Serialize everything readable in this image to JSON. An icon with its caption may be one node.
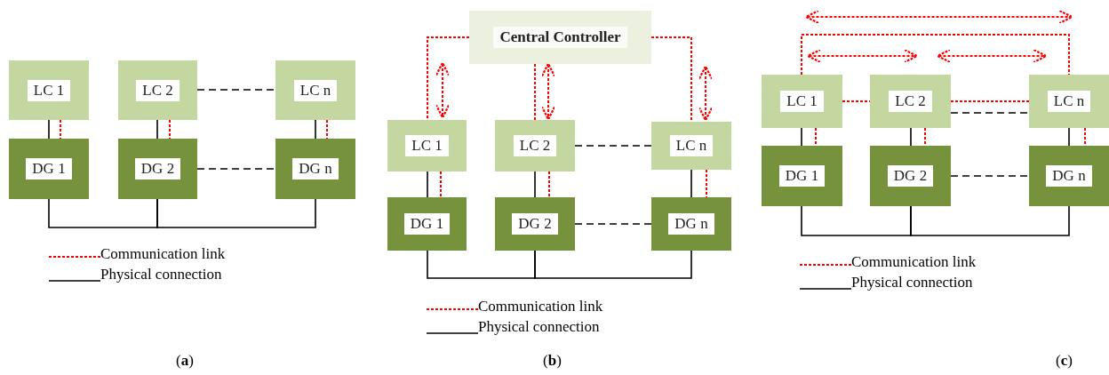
{
  "diagram": {
    "nodes": [
      {
        "text": [
          "LC 1"
        ]
      },
      {
        "text": [
          "LC 2"
        ]
      },
      {
        "text": [
          "LC n"
        ]
      },
      {
        "text": [
          "DG 1"
        ]
      },
      {
        "text": [
          "DG 2"
        ]
      },
      {
        "text": [
          "DG n"
        ]
      },
      {
        "text": [
          "Central Controller"
        ]
      },
      {
        "text": [
          "LC 1"
        ]
      },
      {
        "text": [
          "LC 2"
        ]
      },
      {
        "text": [
          "LC n"
        ]
      },
      {
        "text": [
          "DG 1"
        ]
      },
      {
        "text": [
          "DG 2"
        ]
      },
      {
        "text": [
          "DG n"
        ]
      },
      {
        "text": [
          "LC 1"
        ]
      },
      {
        "text": [
          "LC 2"
        ]
      },
      {
        "text": [
          "LC n"
        ]
      },
      {
        "text": [
          "DG 1"
        ]
      },
      {
        "text": [
          "DG 2"
        ]
      },
      {
        "text": [
          "DG n"
        ]
      }
    ],
    "edges": [
      {
        "from": 0,
        "to": 3,
        "arrow": "none"
      },
      {
        "from": 0,
        "to": 3,
        "arrow": "none",
        "style": "dashed",
        "color": "#ff0000"
      },
      {
        "from": 1,
        "to": 4,
        "arrow": "none"
      },
      {
        "from": 1,
        "to": 4,
        "arrow": "none",
        "style": "dashed",
        "color": "#ff0000"
      },
      {
        "from": 2,
        "to": 5,
        "arrow": "none"
      },
      {
        "from": 2,
        "to": 5,
        "arrow": "none",
        "style": "dashed",
        "color": "#ff0000"
      },
      {
        "from": 1,
        "to": 2,
        "arrow": "none",
        "style": "dashed"
      },
      {
        "from": 4,
        "to": 5,
        "arrow": "none",
        "style": "dashed"
      },
      {
        "from": 3,
        "to": 4,
        "arrow": "none"
      },
      {
        "from": 4,
        "to": 5,
        "arrow": "none"
      },
      {
        "from": 6,
        "to": 7,
        "arrow": "none",
        "style": "dashed",
        "color": "#ff0000"
      },
      {
        "from": 6,
        "to": 8,
        "arrow": "none",
        "style": "dashed",
        "color": "#ff0000"
      },
      {
        "from": 6,
        "to": 9,
        "arrow": "none",
        "style": "dashed",
        "color": "#ff0000"
      },
      {
        "from": 7,
        "to": 10,
        "arrow": "none"
      },
      {
        "from": 7,
        "to": 10,
        "arrow": "none",
        "style": "dashed",
        "color": "#ff0000"
      },
      {
        "from": 8,
        "to": 11,
        "arrow": "none"
      },
      {
        "from": 8,
        "to": 11,
        "arrow": "none",
        "style": "dashed",
        "color": "#ff0000"
      },
      {
        "from": 9,
        "to": 12,
        "arrow": "none"
      },
      {
        "from": 9,
        "to": 12,
        "arrow": "none",
        "style": "dashed",
        "color": "#ff0000"
      },
      {
        "from": 8,
        "to": 9,
        "arrow": "none",
        "style": "dashed"
      },
      {
        "from": 11,
        "to": 12,
        "arrow": "none",
        "style": "dashed"
      },
      {
        "from": 10,
        "to": 11,
        "arrow": "none"
      },
      {
        "from": 11,
        "to": 12,
        "arrow": "none"
      },
      {
        "from": 13,
        "to": 14,
        "arrow": "none",
        "style": "dashed",
        "color": "#ff0000"
      },
      {
        "from": 14,
        "to": 15,
        "arrow": "none",
        "style": "dashed",
        "color": "#ff0000"
      },
      {
        "from": 13,
        "to": 15,
        "arrow": "none",
        "style": "dashed",
        "color": "#ff0000"
      },
      {
        "from": 14,
        "to": 15,
        "arrow": "none",
        "style": "dashed"
      },
      {
        "from": 13,
        "to": 16,
        "arrow": "none"
      },
      {
        "from": 13,
        "to": 16,
        "arrow": "none",
        "style": "dashed",
        "color": "#ff0000"
      },
      {
        "from": 14,
        "to": 17,
        "arrow": "none"
      },
      {
        "from": 14,
        "to": 17,
        "arrow": "none",
        "style": "dashed",
        "color": "#ff0000"
      },
      {
        "from": 15,
        "to": 18,
        "arrow": "none"
      },
      {
        "from": 15,
        "to": 18,
        "arrow": "none",
        "style": "dashed",
        "color": "#ff0000"
      },
      {
        "from": 17,
        "to": 18,
        "arrow": "none",
        "style": "dashed"
      },
      {
        "from": 16,
        "to": 17,
        "arrow": "none"
      },
      {
        "from": 17,
        "to": 18,
        "arrow": "none"
      },
      {
        "from": 6,
        "to": 7,
        "arrow": "both",
        "style": "dashed",
        "color": "#ff0000"
      },
      {
        "from": 6,
        "to": 8,
        "arrow": "both",
        "style": "dashed",
        "color": "#ff0000"
      },
      {
        "from": 6,
        "to": 9,
        "arrow": "both",
        "style": "dashed",
        "color": "#ff0000"
      },
      {
        "from": 13,
        "to": 15,
        "arrow": "both",
        "style": "dashed",
        "color": "#ff0000"
      },
      {
        "from": 13,
        "to": 14,
        "arrow": "both",
        "style": "dashed",
        "color": "#ff0000"
      },
      {
        "from": 14,
        "to": 15,
        "arrow": "both",
        "style": "dashed",
        "color": "#ff0000"
      }
    ],
    "labels": [
      "(**a**)",
      "(**b**)",
      "(**c**)"
    ],
    "legend": [
      {
        "text": "Communication link"
      },
      {
        "text": "Physical connection"
      },
      {
        "text": "Communication link"
      },
      {
        "text": "Physical connection"
      },
      {
        "text": "Communication link"
      },
      {
        "text": "Physical connection"
      }
    ]
  }
}
